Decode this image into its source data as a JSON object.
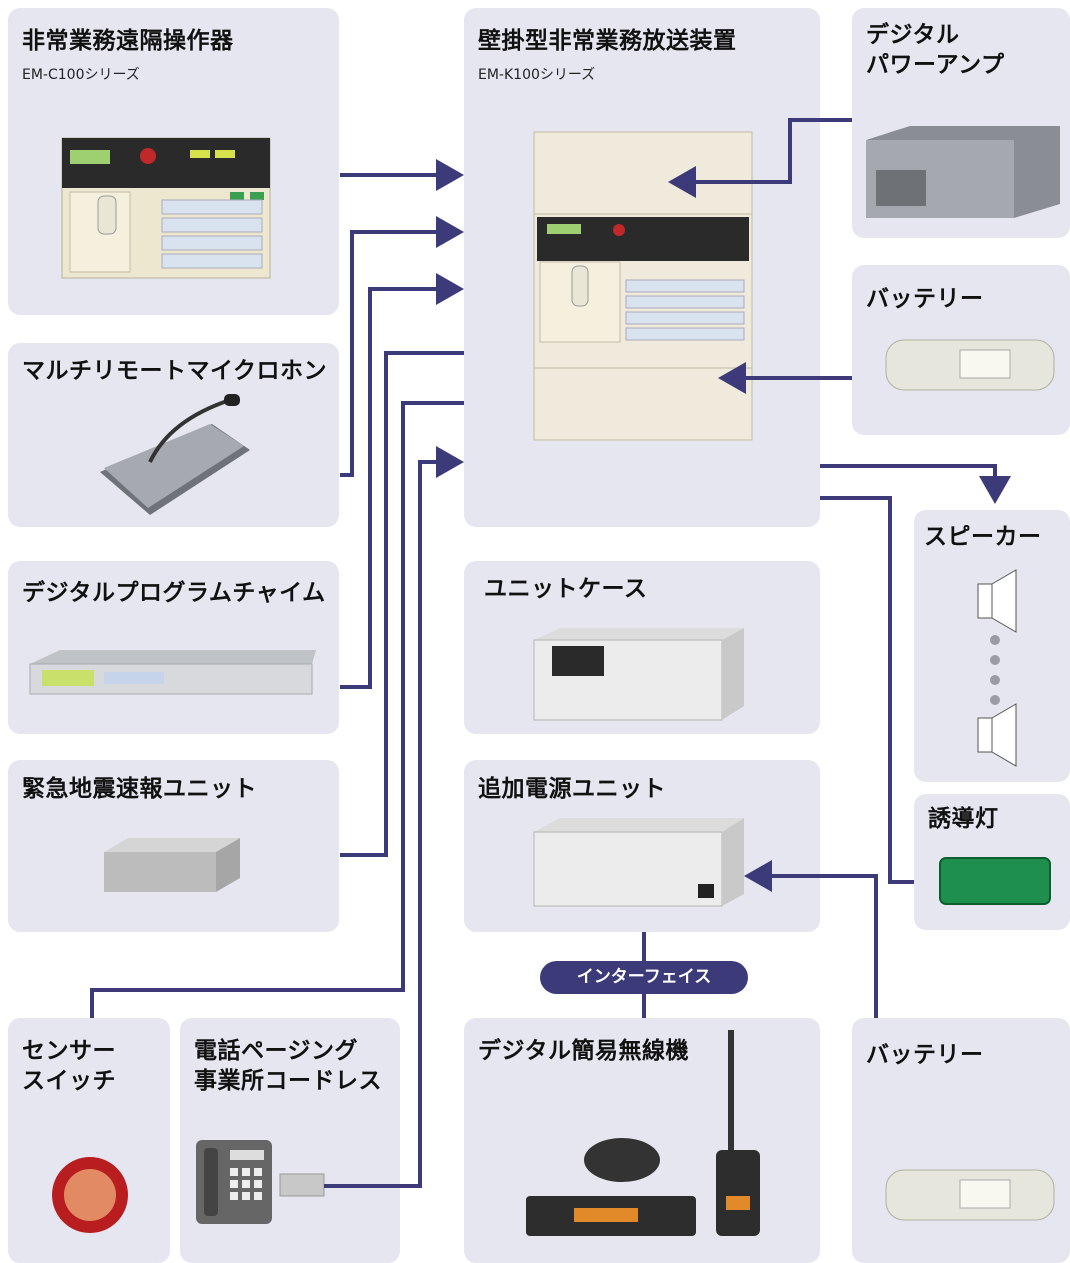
{
  "devices": {
    "remote_console": {
      "title": "非常業務遠隔操作器",
      "model": "EM-C100シリーズ"
    },
    "main_unit": {
      "title": "壁掛型非常業務放送装置",
      "model": "EM-K100シリーズ"
    },
    "amp": {
      "title": "デジタル\nパワーアンプ"
    },
    "battery_top": {
      "title": "バッテリー"
    },
    "mic": {
      "title": "マルチリモートマイクロホン"
    },
    "chime": {
      "title": "デジタルプログラムチャイム"
    },
    "eq_unit": {
      "title": "緊急地震速報ユニット"
    },
    "unit_case": {
      "title": "ユニットケース"
    },
    "power_unit": {
      "title": "追加電源ユニット"
    },
    "speaker": {
      "title": "スピーカー"
    },
    "exit_light": {
      "title": "誘導灯"
    },
    "sensor": {
      "title": "センサー\nスイッチ"
    },
    "phone": {
      "title": "電話ページング\n事業所コードレス"
    },
    "radio": {
      "title": "デジタル簡易無線機"
    },
    "battery_bottom": {
      "title": "バッテリー"
    }
  },
  "interface_label": "インターフェイス",
  "colors": {
    "panel": "#e6e6f0",
    "wire": "#3c3a78",
    "pill": "#3c3a78"
  }
}
